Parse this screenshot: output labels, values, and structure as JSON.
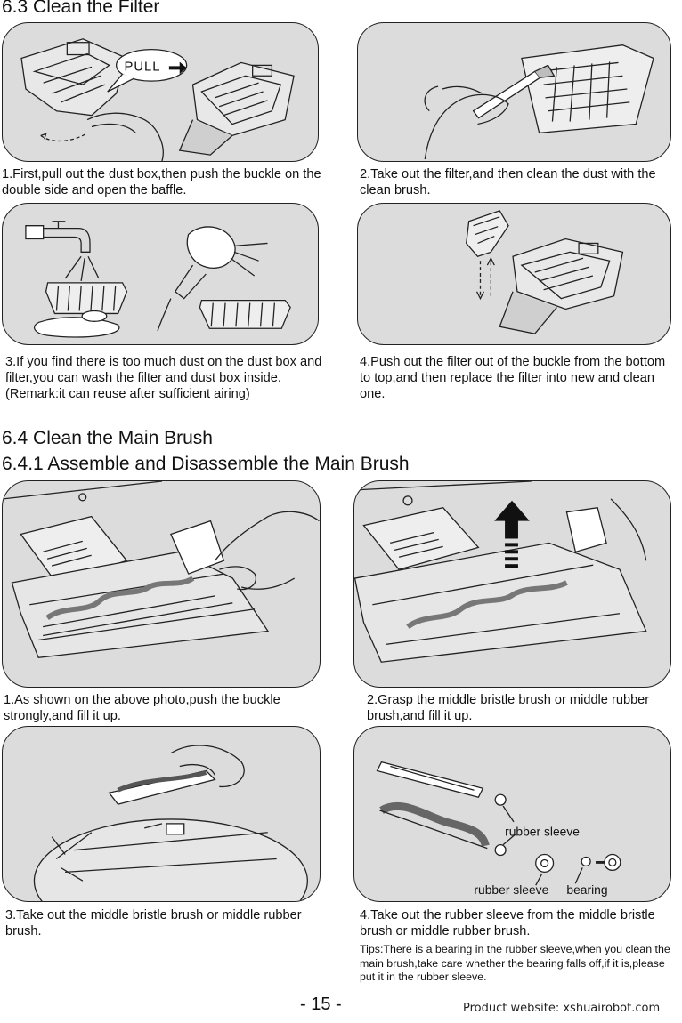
{
  "section_6_3": {
    "title": "6.3 Clean the Filter"
  },
  "filter_steps": [
    {
      "caption": "1.First,pull out the dust box,then push the buckle on the double side and open the baffle.",
      "label": "PULL"
    },
    {
      "caption": "2.Take out the filter,and then clean the dust with the clean brush."
    },
    {
      "caption": "3.If you find there is too much dust on the dust box and filter,you can wash the filter and dust box inside.(Remark:it can reuse after sufficient airing)"
    },
    {
      "caption": "4.Push out the filter out of the buckle from the bottom to top,and then replace the filter into new and clean one."
    }
  ],
  "section_6_4": {
    "title": "6.4 Clean the Main Brush"
  },
  "section_6_4_1": {
    "title": "6.4.1 Assemble and Disassemble the Main Brush"
  },
  "brush_steps": [
    {
      "caption": "1.As shown on the above photo,push the buckle strongly,and fill it up."
    },
    {
      "caption": "2.Grasp the middle bristle brush or middle rubber brush,and fill it up."
    },
    {
      "caption": "3.Take out the middle bristle brush or middle rubber brush."
    },
    {
      "caption": "4.Take out the rubber sleeve from the middle bristle brush or middle rubber brush.",
      "tips": "Tips:There is a bearing in the rubber sleeve,when you clean the main brush,take care whether the bearing falls off,if it is,please put it in the rubber sleeve.",
      "labels": {
        "rubber_sleeve_top": "rubber sleeve",
        "rubber_sleeve_bottom": "rubber sleeve",
        "bearing": "bearing"
      }
    }
  ],
  "footer": {
    "page_number": "- 15 -",
    "website": "Product website: xshuairobot.com"
  }
}
